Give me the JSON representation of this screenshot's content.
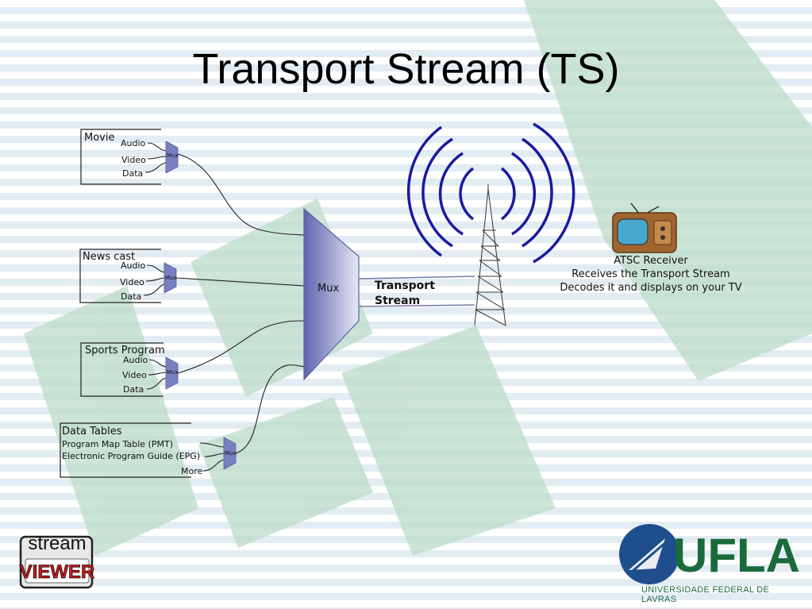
{
  "title": "Transport Stream (TS)",
  "groups": [
    {
      "name": "Movie",
      "streams": [
        "Audio",
        "Video",
        "Data"
      ],
      "mux": "Mux"
    },
    {
      "name": "News cast",
      "streams": [
        "Audio",
        "Video",
        "Data"
      ],
      "mux": "Mux"
    },
    {
      "name": "Sports Program",
      "streams": [
        "Audio",
        "Video",
        "Data"
      ],
      "mux": "Mux"
    },
    {
      "name": "Data Tables",
      "streams": [
        "Program Map Table (PMT)",
        "Electronic Program Guide (EPG)",
        "More"
      ],
      "mux": "Mux"
    }
  ],
  "main_mux": "Mux",
  "transport_label_1": "Transport",
  "transport_label_2": "Stream",
  "receiver": {
    "line1": "ATSC Receiver",
    "line2": "Receives the Transport Stream",
    "line3": "Decodes it and displays on your TV"
  },
  "logo_left": {
    "top": "stream",
    "bottom": "VIEWER"
  },
  "logo_right": {
    "name": "UFLA",
    "subtitle": "UNIVERSIDADE FEDERAL DE LAVRAS"
  },
  "colors": {
    "accent_blue": "#1a1aa0",
    "mux_fill": "#6f74b8",
    "ufla_blue": "#1e4e8c",
    "ufla_green": "#1a6b3a",
    "watermark": "#b8d9c4"
  },
  "icons": [
    "tower-icon",
    "radio-wave-icon",
    "tv-icon"
  ]
}
